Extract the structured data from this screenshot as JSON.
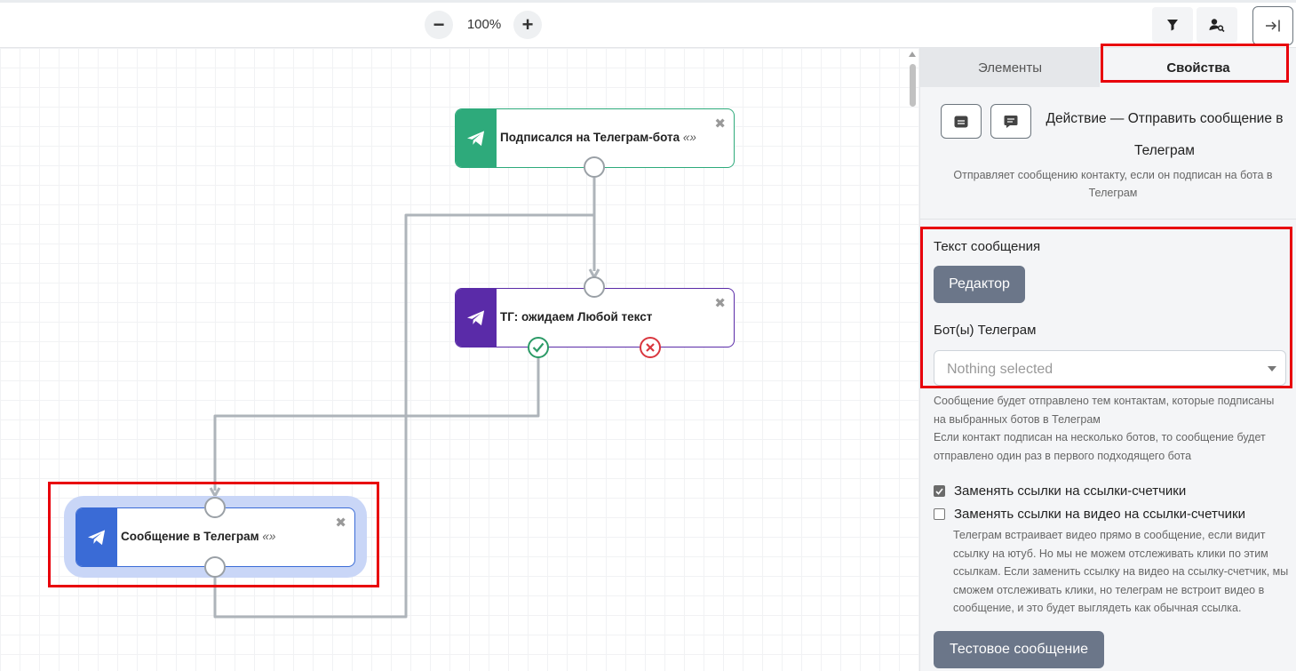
{
  "toolbar": {
    "zoom_out_label": "−",
    "zoom_level": "100%",
    "zoom_in_label": "+"
  },
  "canvas": {
    "nodes": [
      {
        "title": "Подписался на Телеграм-бота",
        "suffix": "«»",
        "color": "#2eaa7b"
      },
      {
        "title": "ТГ: ожидаем Любой текст",
        "suffix": "",
        "color": "#5a2ba8"
      },
      {
        "title": "Сообщение в Телеграм",
        "suffix": "«»",
        "color": "#3a6bd6"
      }
    ],
    "close_glyph": "✖"
  },
  "panel": {
    "tabs": [
      {
        "label": "Элементы"
      },
      {
        "label": "Свойства"
      }
    ],
    "action_title_line1": "Действие — Отправить сообщение в",
    "action_title_line2": "Телеграм",
    "action_desc": "Отправляет сообщению контакту, если он подписан на бота в Телеграм",
    "message_text_label": "Текст сообщения",
    "editor_button": "Редактор",
    "bots_label": "Бот(ы) Телеграм",
    "bots_placeholder": "Nothing selected",
    "hint_line1": "Сообщение будет отправлено тем контактам, которые подписаны на выбранных ботов в Телеграм",
    "hint_line2": "Если контакт подписан на несколько ботов, то сообщение будет отправлено один раз в первого подходящего бота",
    "checkbox1": {
      "label": "Заменять ссылки на ссылки-счетчики",
      "checked": true
    },
    "checkbox2": {
      "label": "Заменять ссылки на видео на ссылки-счетчики",
      "checked": false
    },
    "video_note": "Телеграм встраивает видео прямо в сообщение, если видит ссылку на ютуб. Но мы не можем отслеживать клики по этим ссылкам. Если заменить ссылку на видео на ссылку-счетчик, мы сможем отслеживать клики, но телеграм не встроит видео в сообщение, и это будет выглядеть как обычная ссылка.",
    "test_button": "Тестовое сообщение"
  },
  "colors": {
    "highlight": "#e8000b",
    "accent_gray": "#6b7689",
    "selected_halo": "#c9d6f7"
  }
}
